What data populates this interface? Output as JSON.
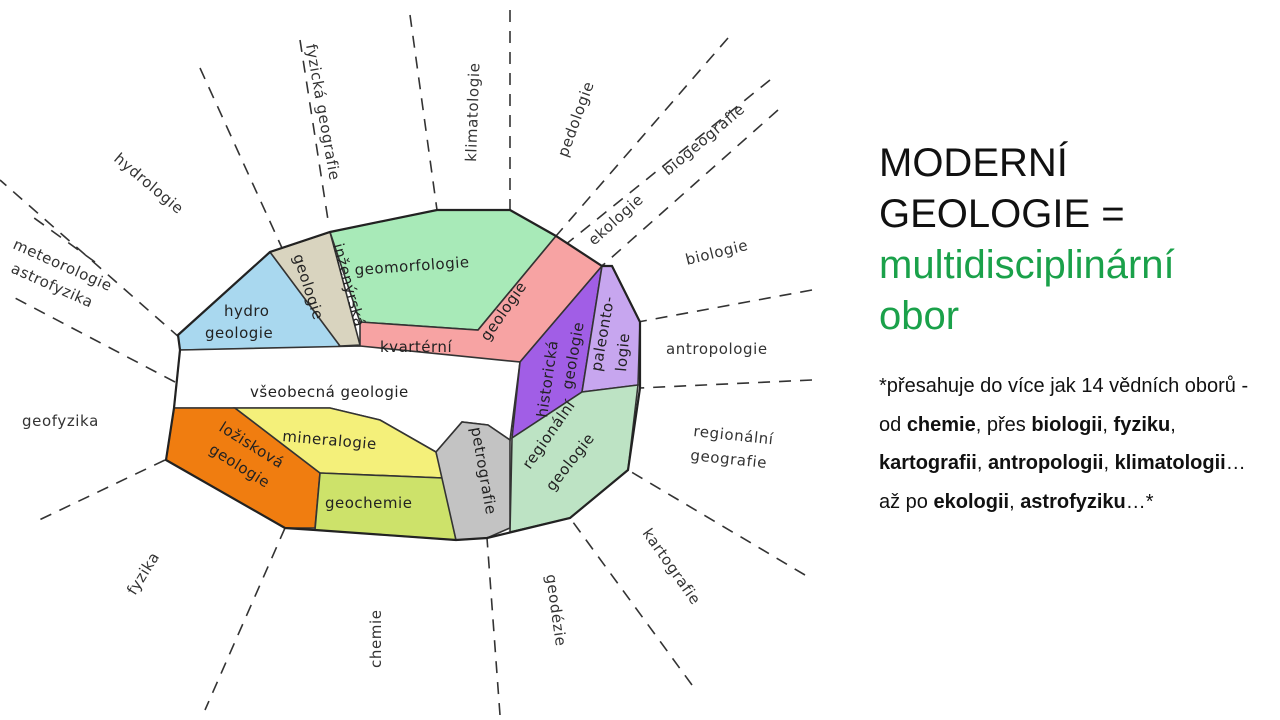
{
  "slide": {
    "title_line1": "MODERNÍ",
    "title_line2": "GEOLOGIE =",
    "title_line3": "multidisciplinární",
    "title_line4": "obor",
    "title_green_color": "#1aa14a",
    "note_parts": [
      "*přesahuje do více jak 14 vědních oborů - od ",
      "chemie",
      ", přes ",
      "biologii",
      ", ",
      "fyziku",
      ", ",
      "kartografii",
      ", ",
      "antropologii",
      ", ",
      "klimatologii",
      "… až po ",
      "ekologii",
      ", ",
      "astrofyziku",
      "…*"
    ]
  },
  "diagram": {
    "inner_fields": {
      "hydrogeologie_1": "hydro",
      "hydrogeologie_2": "geologie",
      "inzenyrska_1": "inženýrská",
      "inzenyrska_2": "geologie",
      "geomorfologie": "geomorfologie",
      "kvarterni": "kvartérní",
      "kvarterni_geologie": "geologie",
      "historicka_1": "historická",
      "historicka_2": "geologie",
      "paleontologie_1": "paleonto-",
      "paleontologie_2": "logie",
      "vseobecna": "všeobecná geologie",
      "loziskova_1": "ložisková",
      "loziskova_2": "geologie",
      "mineralogie": "mineralogie",
      "geochemie": "geochemie",
      "petrografie": "petrografie",
      "regionalni_1": "regionální",
      "regionalni_2": "geologie"
    },
    "outer_fields": {
      "fyzicka_geografie": "fyzická geografie",
      "klimatologie": "klimatologie",
      "pedologie": "pedologie",
      "biogeografie": "biogeografie",
      "ekologie": "ekologie",
      "hydrologie": "hydrologie",
      "meteorologie": "meteorologie",
      "astrofyzika": "astrofyzika",
      "biologie": "biologie",
      "antropologie": "antropologie",
      "geofyzika": "geofyzika",
      "regionalni_1": "regionální",
      "regionalni_2": "geografie",
      "fyzika": "fyzika",
      "chemie": "chemie",
      "geodezie": "geodézie",
      "kartografie": "kartografie"
    },
    "colors": {
      "hydrogeologie": "#a9d8ef",
      "inzenyrska": "#d9d4bf",
      "geomorfologie": "#a8eab8",
      "kvarterni": "#f7a3a3",
      "historicka": "#a15ee6",
      "paleontologie": "#c7a6ef",
      "vseobecna": "#ffffff",
      "loziskova": "#f07d10",
      "mineralogie": "#f4f07a",
      "geochemie": "#cde26a",
      "petrografie": "#c3c3c3",
      "regionalni": "#bde3c4"
    }
  }
}
